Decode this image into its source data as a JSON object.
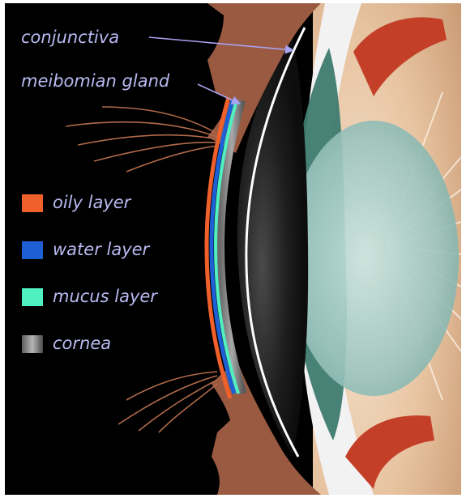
{
  "labels": {
    "conjunctiva": "conjunctiva",
    "meibomian": "meibomian gland"
  },
  "legend": [
    {
      "label": "oily layer",
      "color": "#f0602a"
    },
    {
      "label": "water layer",
      "color": "#1f5fd6"
    },
    {
      "label": "mucus layer",
      "color": "#4ff0c2"
    },
    {
      "label": "cornea",
      "color": "#8a8a8a"
    }
  ],
  "colors": {
    "background": "#000000",
    "lid": "#9a5a42",
    "sclera": "#f2f2f2",
    "iris": "#3e7a6f",
    "lens": "#a9ccc7",
    "muscle": "#c33f28",
    "label_text": "#b8b9f0",
    "arrow": "#a9a4f2"
  }
}
